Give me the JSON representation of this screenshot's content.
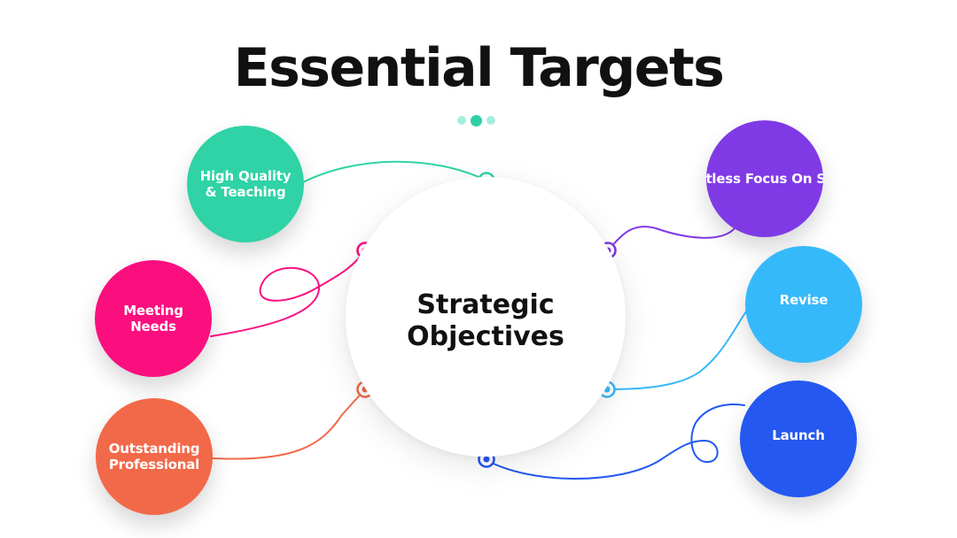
{
  "title": "Essential Targets",
  "pager": {
    "dots": [
      {
        "color": "#a8ece0",
        "active": false
      },
      {
        "color": "#2fcfa4",
        "active": true
      },
      {
        "color": "#a8ece0",
        "active": false
      }
    ]
  },
  "hub": {
    "label": "Strategic Objectives"
  },
  "nodes": [
    {
      "id": "high-quality-teaching",
      "label": "High Quality & Teaching",
      "color": "#2fd3a5"
    },
    {
      "id": "meeting-needs",
      "label": "Meeting Needs",
      "color": "#fb0f7f"
    },
    {
      "id": "outstanding-professional",
      "label": "Outstanding Professional",
      "color": "#f2694a"
    },
    {
      "id": "relentless-focus-on-school",
      "label": "Relentless Focus On School",
      "color": "#7f3ae6"
    },
    {
      "id": "revise",
      "label": "Revise",
      "color": "#36b9fb"
    },
    {
      "id": "launch",
      "label": "Launch",
      "color": "#2458f0"
    }
  ]
}
